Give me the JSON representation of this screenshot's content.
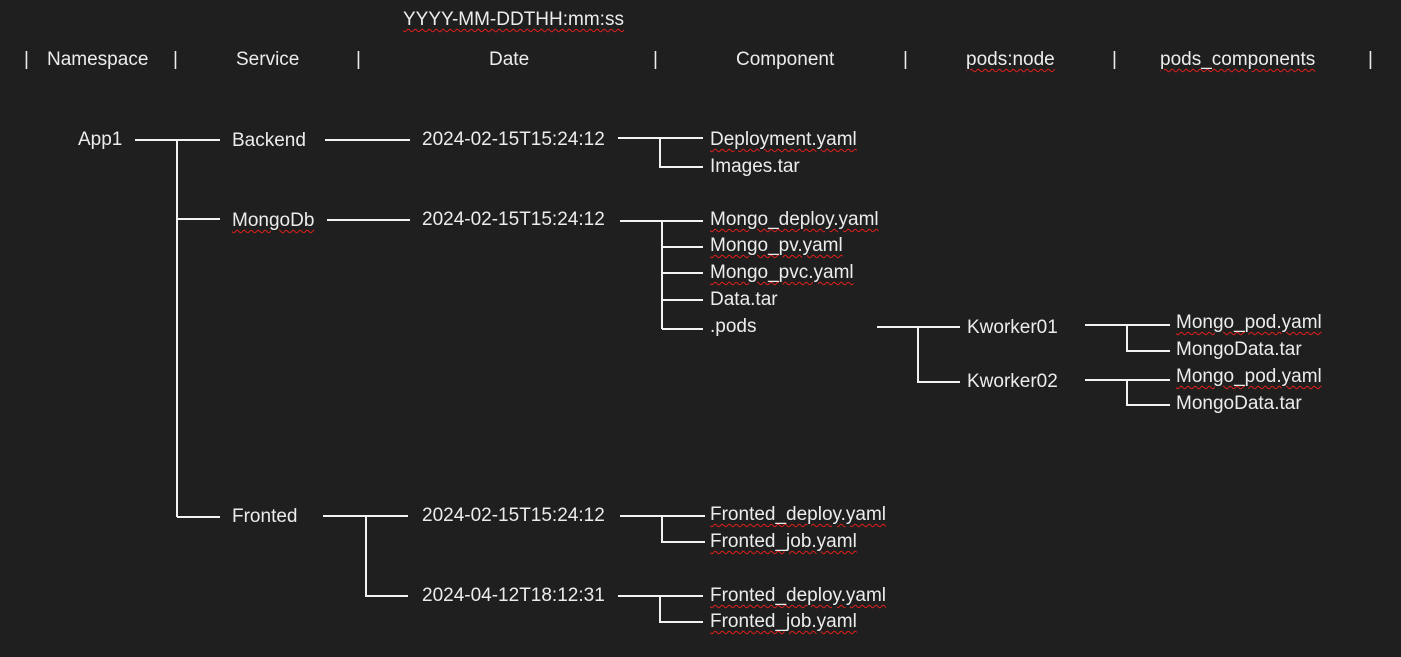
{
  "format_label": "YYYY-MM-DDTHH:mm:ss",
  "header": {
    "namespace": "Namespace",
    "service": "Service",
    "date": "Date",
    "component": "Component",
    "pods_node": "pods:node",
    "pods_components": "pods_components",
    "separator": "|"
  },
  "namespace": {
    "name": "App1"
  },
  "services": [
    {
      "name": "Backend",
      "dates": [
        {
          "value": "2024-02-15T15:24:12",
          "components": [
            "Deployment.yaml",
            "Images.tar"
          ]
        }
      ]
    },
    {
      "name": "MongoDb",
      "dates": [
        {
          "value": "2024-02-15T15:24:12",
          "components": [
            "Mongo_deploy.yaml",
            "Mongo_pv.yaml",
            "Mongo_pvc.yaml",
            "Data.tar",
            ".pods"
          ]
        }
      ],
      "pods": [
        {
          "node": "Kworker01",
          "components": [
            "Mongo_pod.yaml",
            "MongoData.tar"
          ]
        },
        {
          "node": "Kworker02",
          "components": [
            "Mongo_pod.yaml",
            "MongoData.tar"
          ]
        }
      ]
    },
    {
      "name": "Fronted",
      "dates": [
        {
          "value": "2024-02-15T15:24:12",
          "components": [
            "Fronted_deploy.yaml",
            "Fronted_job.yaml"
          ]
        },
        {
          "value": "2024-04-12T18:12:31",
          "components": [
            "Fronted_deploy.yaml",
            "Fronted_job.yaml"
          ]
        }
      ]
    }
  ]
}
